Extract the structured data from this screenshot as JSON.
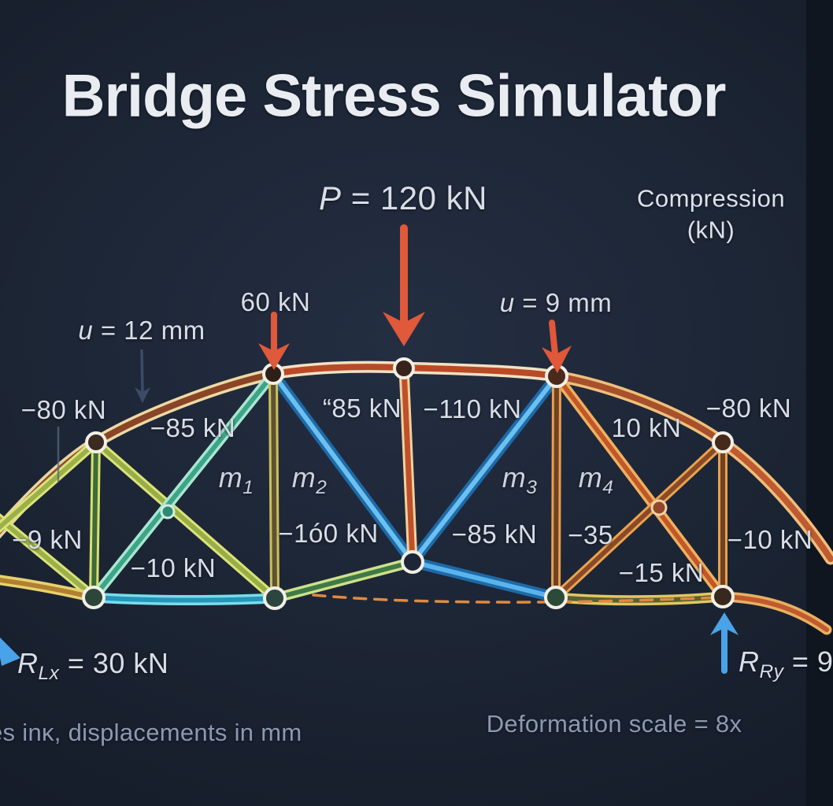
{
  "title": "Bridge Stress Simulator",
  "legend": {
    "line1": "Compression",
    "line2": "(kN)"
  },
  "loads": {
    "p": {
      "symbol": "P",
      "rest": " = 120 kN"
    },
    "mid": "60 kN"
  },
  "displacements": {
    "left": {
      "symbol": "u",
      "rest": " = 12 mm"
    },
    "right": {
      "symbol": "u",
      "rest": " = 9 mm"
    }
  },
  "forces": {
    "top_left": "−80 kN",
    "arc_left": "−85 kN",
    "center_left": "“85 kN",
    "center_right": "−110 kN",
    "arc_right": "10 kN",
    "top_right": "−80 kN",
    "left_low": "−9 kN",
    "bottom_left": "−10 kN",
    "mid_left_low": "−1ó0 kN",
    "mid_right_low": "−85 kN",
    "right_35": "−35",
    "bottom_right": "−15 kN",
    "right_edge": "−10 kN"
  },
  "markers": {
    "m1": {
      "base": "m",
      "sub": "1"
    },
    "m2": {
      "base": "m",
      "sub": "2"
    },
    "m3": {
      "base": "m",
      "sub": "3"
    },
    "m4": {
      "base": "m",
      "sub": "4"
    }
  },
  "reactions": {
    "left": {
      "symbol": "R",
      "sub": "Lx",
      "rest": " = 30 kN"
    },
    "right": {
      "symbol": "R",
      "sub": "Ry",
      "rest": " = 9"
    }
  },
  "footer": {
    "left": "es inĸ, displacements in mm",
    "right": "Deformation scale = 8x"
  },
  "colors": {
    "background": "#1c2534",
    "text": "#d9dee6",
    "text_muted": "#8d99b0",
    "arrow_red": "#e0593a",
    "arrow_blue": "#4aa3e8",
    "member_compression_orange": "#b84a28",
    "member_blue": "#5ab4ec",
    "member_teal": "#3da488",
    "member_yellow_green": "#9ab048",
    "dashed_undeformed": "#e08a40",
    "node_ring": "#f2efe6"
  }
}
